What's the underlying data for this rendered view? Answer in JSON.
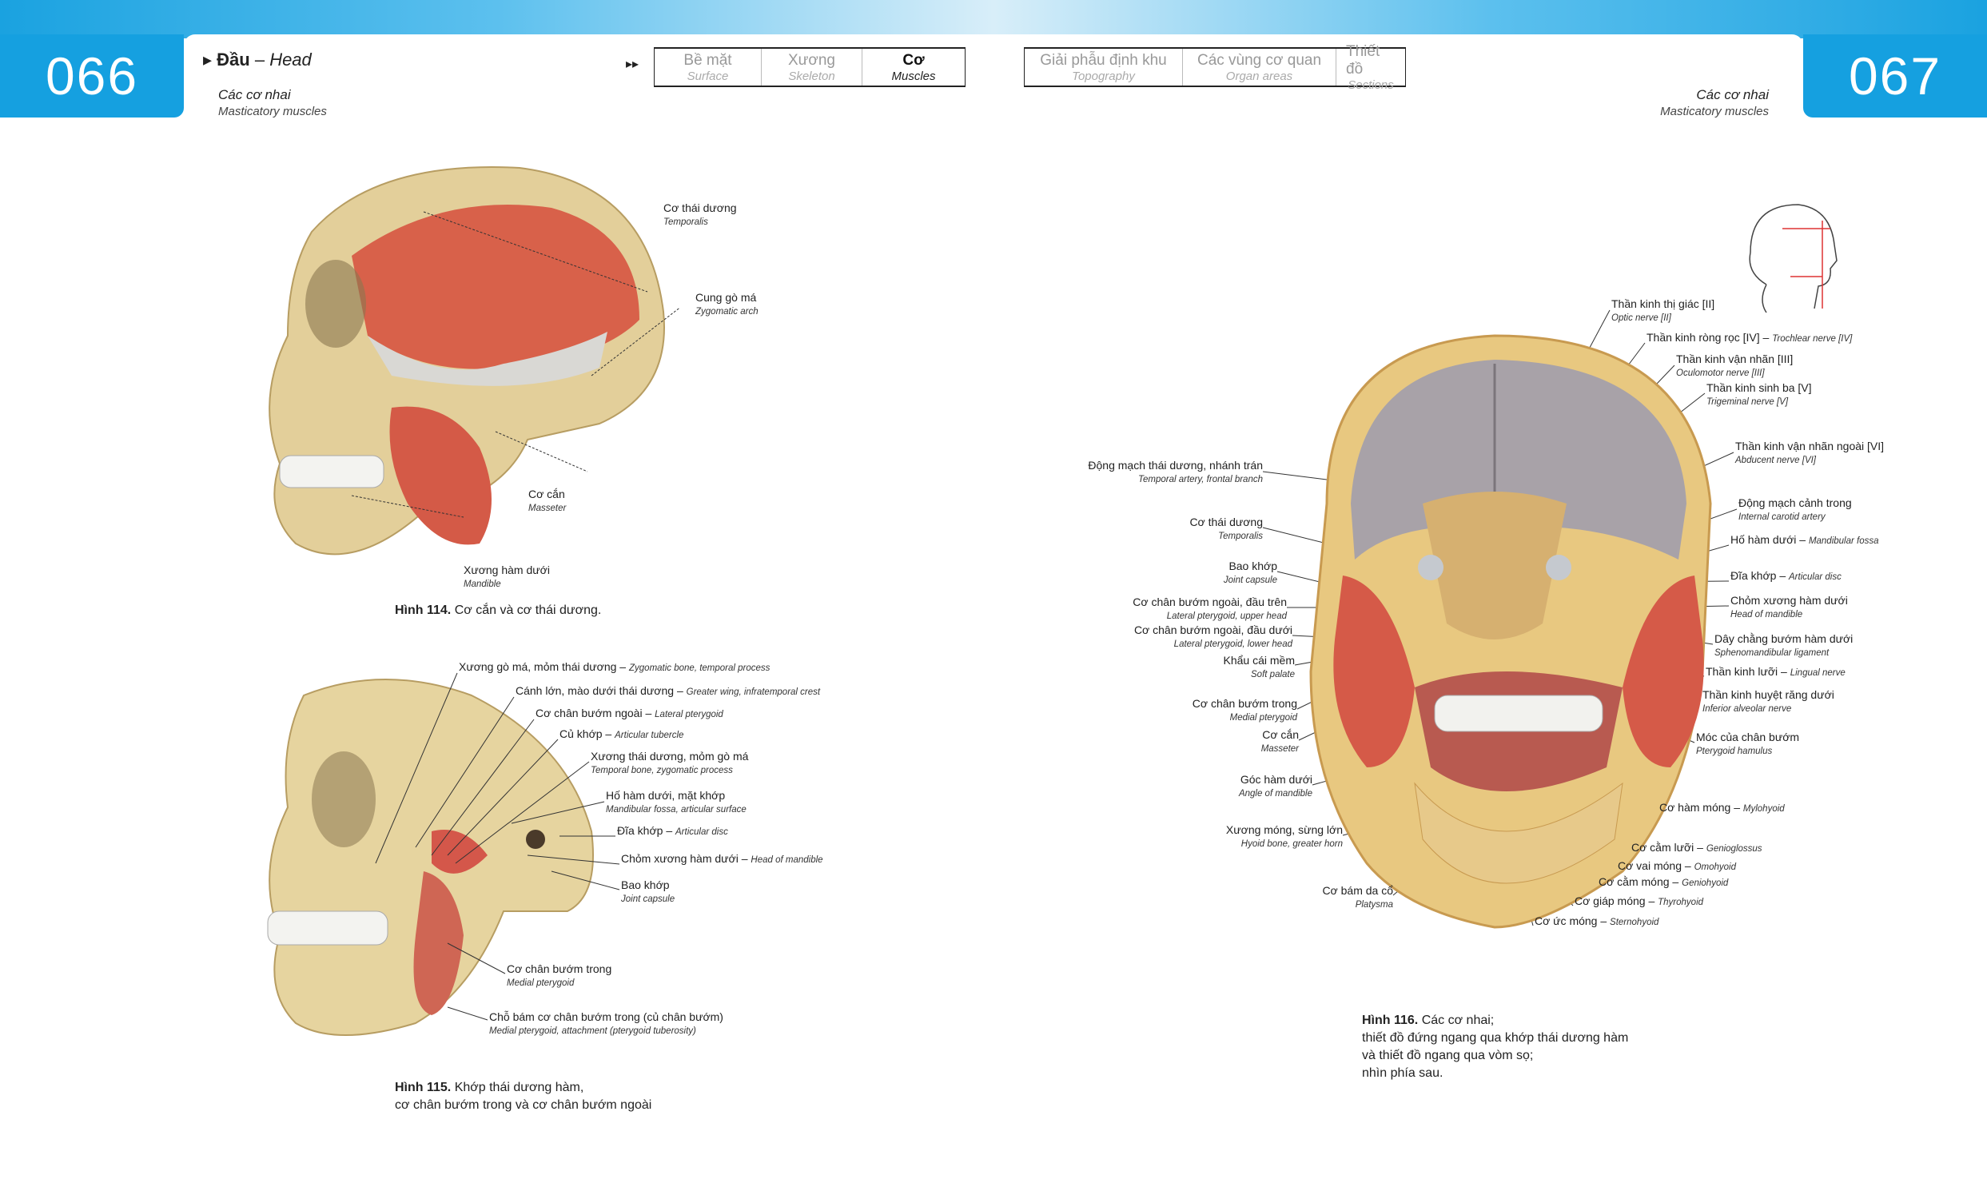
{
  "header": {
    "left_page_number": "066",
    "right_page_number": "067",
    "section_vi": "Đầu",
    "section_en": "Head",
    "subtitle_vi": "Các cơ nhai",
    "subtitle_en": "Masticatory muscles",
    "arrows": "▸▸",
    "nav_group_1": [
      {
        "vi": "Bề mặt",
        "en": "Surface",
        "active": false
      },
      {
        "vi": "Xương",
        "en": "Skeleton",
        "active": false
      },
      {
        "vi": "Cơ",
        "en": "Muscles",
        "active": true
      }
    ],
    "nav_group_2": [
      {
        "vi": "Giải phẫu định khu",
        "en": "Topography",
        "active": false
      },
      {
        "vi": "Các vùng cơ quan",
        "en": "Organ areas",
        "active": false
      },
      {
        "vi": "Thiết đồ",
        "en": "Sections",
        "active": false
      }
    ],
    "accent_color": "#15a0e0"
  },
  "fig114": {
    "caption_num": "Hình 114.",
    "caption": "Cơ cắn và cơ thái dương.",
    "labels": [
      {
        "vi": "Cơ thái dương",
        "en": "Temporalis"
      },
      {
        "vi": "Cung gò má",
        "en": "Zygomatic arch"
      },
      {
        "vi": "Cơ cắn",
        "en": "Masseter"
      },
      {
        "vi": "Xương hàm dưới",
        "en": "Mandible"
      }
    ]
  },
  "fig115": {
    "caption_num": "Hình 115.",
    "caption_line1": "Khớp thái dương hàm,",
    "caption_line2": "cơ chân bướm trong và cơ chân bướm ngoài",
    "labels": [
      {
        "vi": "Xương gò má, mỏm thái dương",
        "en": "Zygomatic bone, temporal process"
      },
      {
        "vi": "Cánh lớn, mào dưới thái dương",
        "en": "Greater wing, infratemporal crest"
      },
      {
        "vi": "Cơ chân bướm ngoài",
        "en": "Lateral pterygoid"
      },
      {
        "vi": "Củ khớp",
        "en": "Articular tubercle"
      },
      {
        "vi": "Xương thái dương, mỏm gò má",
        "en": "Temporal bone, zygomatic process"
      },
      {
        "vi": "Hố hàm dưới, mặt khớp",
        "en": "Mandibular fossa, articular surface"
      },
      {
        "vi": "Đĩa khớp",
        "en": "Articular disc"
      },
      {
        "vi": "Chỏm xương hàm dưới",
        "en": "Head of mandible"
      },
      {
        "vi": "Bao khớp",
        "en": "Joint capsule"
      },
      {
        "vi": "Cơ chân bướm trong",
        "en": "Medial pterygoid"
      },
      {
        "vi": "Chỗ bám cơ chân bướm trong (củ chân bướm)",
        "en": "Medial pterygoid, attachment (pterygoid tuberosity)"
      }
    ]
  },
  "fig116": {
    "caption_num": "Hình 116.",
    "caption_line1": "Các cơ nhai;",
    "caption_line2": "thiết đồ đứng ngang qua khớp thái dương hàm",
    "caption_line3": "và thiết đồ ngang qua vòm sọ;",
    "caption_line4": "nhìn phía sau.",
    "left_labels": [
      {
        "vi": "Động mạch thái dương, nhánh trán",
        "en": "Temporal artery, frontal branch"
      },
      {
        "vi": "Cơ thái dương",
        "en": "Temporalis"
      },
      {
        "vi": "Bao khớp",
        "en": "Joint capsule"
      },
      {
        "vi": "Cơ chân bướm ngoài, đầu trên",
        "en": "Lateral pterygoid, upper head"
      },
      {
        "vi": "Cơ chân bướm ngoài, đầu dưới",
        "en": "Lateral pterygoid, lower head"
      },
      {
        "vi": "Khẩu cái mềm",
        "en": "Soft palate"
      },
      {
        "vi": "Cơ chân bướm trong",
        "en": "Medial pterygoid"
      },
      {
        "vi": "Cơ cắn",
        "en": "Masseter"
      },
      {
        "vi": "Góc hàm dưới",
        "en": "Angle of mandible"
      },
      {
        "vi": "Xương móng, sừng lớn",
        "en": "Hyoid bone, greater horn"
      },
      {
        "vi": "Cơ bám da cổ",
        "en": "Platysma"
      }
    ],
    "right_labels": [
      {
        "vi": "Thần kinh thị giác [II]",
        "en": "Optic nerve [II]"
      },
      {
        "vi": "Thần kinh ròng rọc [IV]",
        "en": "Trochlear nerve [IV]"
      },
      {
        "vi": "Thần kinh vận nhãn [III]",
        "en": "Oculomotor nerve [III]"
      },
      {
        "vi": "Thần kinh sinh ba [V]",
        "en": "Trigeminal nerve [V]"
      },
      {
        "vi": "Thần kinh vận nhãn ngoài [VI]",
        "en": "Abducent nerve [VI]"
      },
      {
        "vi": "Động mạch cảnh trong",
        "en": "Internal carotid artery"
      },
      {
        "vi": "Hố hàm dưới",
        "en": "Mandibular fossa"
      },
      {
        "vi": "Đĩa khớp",
        "en": "Articular disc"
      },
      {
        "vi": "Chỏm xương hàm dưới",
        "en": "Head of mandible"
      },
      {
        "vi": "Dây chằng bướm hàm dưới",
        "en": "Sphenomandibular ligament"
      },
      {
        "vi": "Thần kinh lưỡi",
        "en": "Lingual nerve"
      },
      {
        "vi": "Thần kinh huyệt răng dưới",
        "en": "Inferior alveolar nerve"
      },
      {
        "vi": "Móc của chân bướm",
        "en": "Pterygoid hamulus"
      },
      {
        "vi": "Cơ hàm móng",
        "en": "Mylohyoid"
      },
      {
        "vi": "Cơ cằm lưỡi",
        "en": "Genioglossus"
      },
      {
        "vi": "Cơ vai móng",
        "en": "Omohyoid"
      },
      {
        "vi": "Cơ cằm móng",
        "en": "Geniohyoid"
      },
      {
        "vi": "Cơ giáp móng",
        "en": "Thyrohyoid"
      },
      {
        "vi": "Cơ ức móng",
        "en": "Sternohyoid"
      }
    ]
  }
}
